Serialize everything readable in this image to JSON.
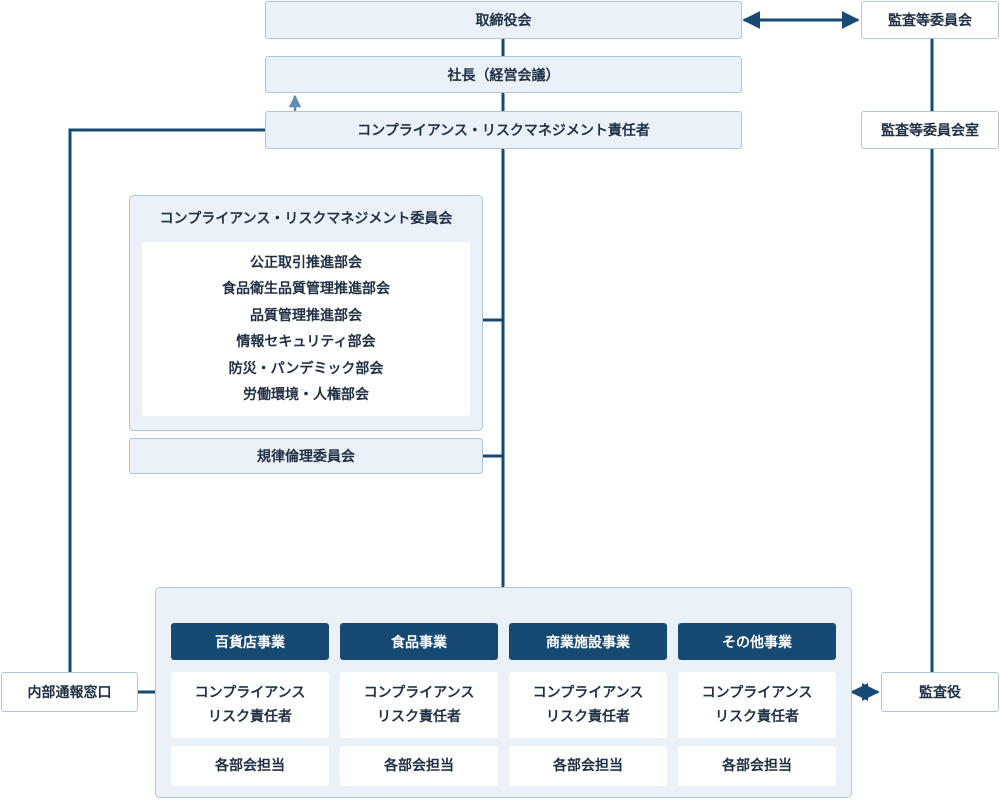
{
  "top": {
    "board": "取締役会",
    "audit_committee": "監査等委員会",
    "president": "社長（経営会議）",
    "audit_office": "監査等委員会室",
    "cr_officer": "コンプライアンス・リスクマネジメント責任者"
  },
  "cr_committee": {
    "title": "コンプライアンス・リスクマネジメント委員会",
    "subcommittees": [
      "公正取引推進部会",
      "食品衛生品質管理推進部会",
      "品質管理推進部会",
      "情報セキュリティ部会",
      "防災・パンデミック部会",
      "労働環境・人権部会"
    ]
  },
  "ethics_committee": "規律倫理委員会",
  "whistleblower": "内部通報窓口",
  "auditor": "監査役",
  "businesses": [
    {
      "name": "百貨店事業",
      "officer": "コンプライアンス\nリスク責任者",
      "staff": "各部会担当"
    },
    {
      "name": "食品事業",
      "officer": "コンプライアンス\nリスク責任者",
      "staff": "各部会担当"
    },
    {
      "name": "商業施設事業",
      "officer": "コンプライアンス\nリスク責任者",
      "staff": "各部会担当"
    },
    {
      "name": "その他事業",
      "officer": "コンプライアンス\nリスク責任者",
      "staff": "各部会担当"
    }
  ],
  "colors": {
    "line": "#164a72",
    "box_fill": "#eaf1f8",
    "box_border": "#aec6d8",
    "dark": "#164a72"
  }
}
